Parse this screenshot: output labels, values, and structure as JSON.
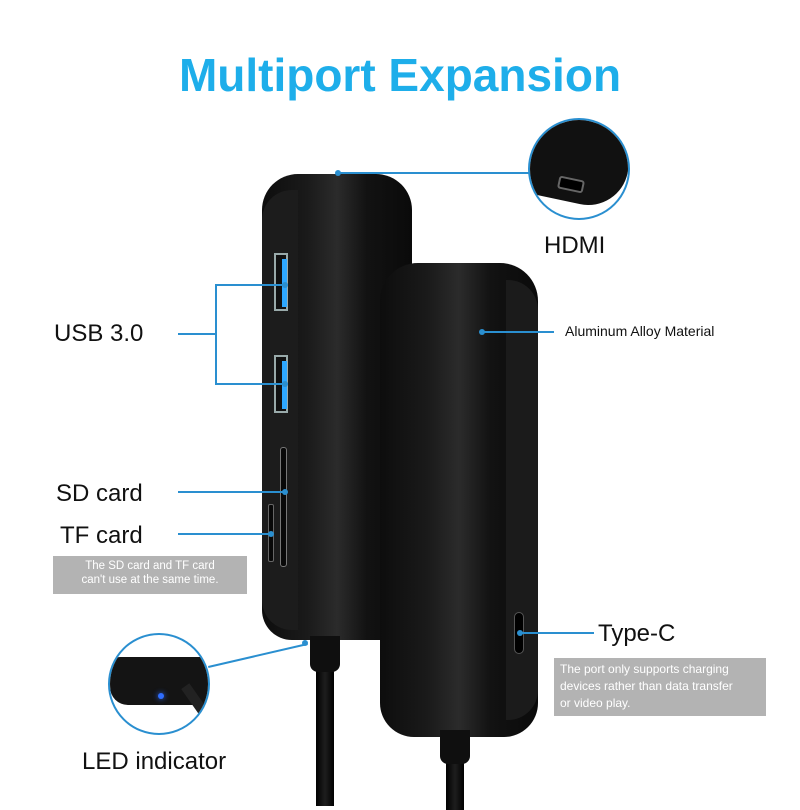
{
  "title": "Multiport Expansion",
  "colors": {
    "accent": "#1eaeea",
    "callout_line": "#2a8fd0",
    "note_bg": "#b3b3b3",
    "device": "#111111"
  },
  "callouts": {
    "hdmi": {
      "label": "HDMI",
      "icon": "hdmi-port-closeup"
    },
    "usb": {
      "label": "USB 3.0"
    },
    "aluminum": {
      "label": "Aluminum Alloy Material"
    },
    "sd": {
      "label": "SD card"
    },
    "tf": {
      "label": "TF card",
      "note_line1": "The SD card and TF card",
      "note_line2": "can't use at the same time."
    },
    "typec": {
      "label": "Type-C",
      "note_line1": "The port only supports charging",
      "note_line2": "devices rather than data transfer",
      "note_line3": "or video play."
    },
    "led": {
      "label": "LED indicator",
      "icon": "led-closeup"
    }
  }
}
